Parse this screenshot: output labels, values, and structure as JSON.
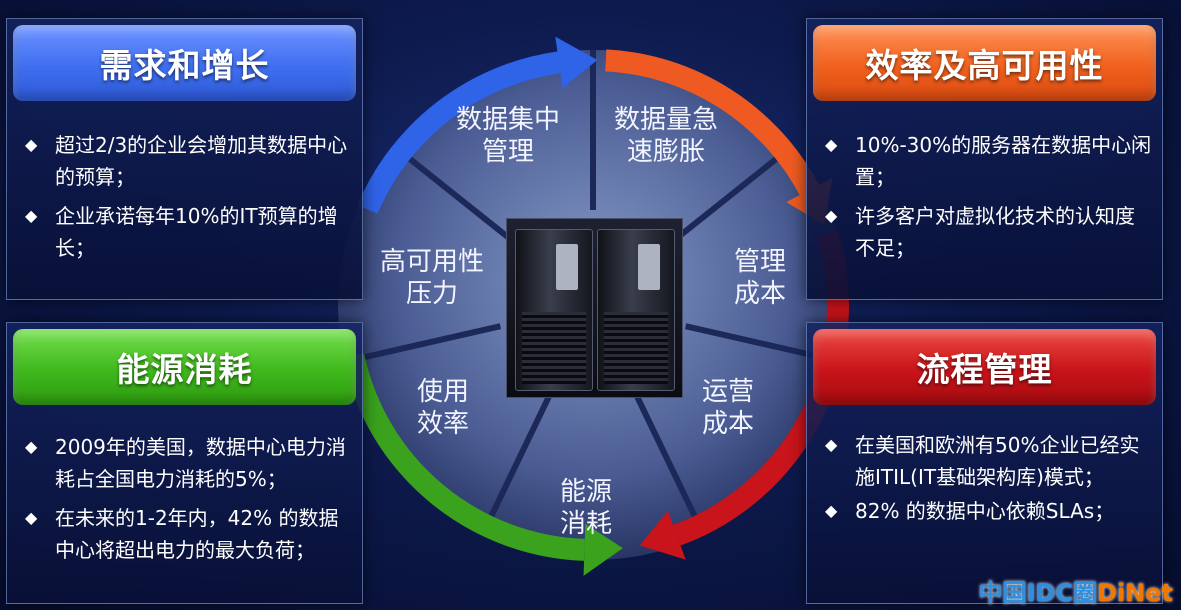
{
  "panels": {
    "top_left": {
      "title": "需求和增长",
      "color": "#3f6ff0",
      "items": [
        "超过2/3的企业会增加其数据中心的预算；",
        "企业承诺每年10%的IT预算的增长；"
      ]
    },
    "top_right": {
      "title": "效率及高可用性",
      "color": "#f0611e",
      "items": [
        "10%-30%的服务器在数据中心闲置；",
        "许多客户对虚拟化技术的认知度不足；"
      ]
    },
    "bottom_left": {
      "title": "能源消耗",
      "color": "#3fb81c",
      "items": [
        "2009年的美国，数据中心电力消耗占全国电力消耗的5%；",
        "在未来的1-2年内，42% 的数据中心将超出电力的最大负荷；"
      ]
    },
    "bottom_right": {
      "title": "流程管理",
      "color": "#c8141a",
      "items": [
        "在美国和欧洲有50%企业已经实施ITIL(IT基础架构库)模式；",
        "82% 的数据中心依赖SLAs；"
      ]
    }
  },
  "wheel": {
    "segments": [
      {
        "line1": "数据集中",
        "line2": "管理"
      },
      {
        "line1": "数据量急",
        "line2": "速膨胀"
      },
      {
        "line1": "管理",
        "line2": "成本"
      },
      {
        "line1": "运营",
        "line2": "成本"
      },
      {
        "line1": "能源",
        "line2": "消耗"
      },
      {
        "line1": "使用",
        "line2": "效率"
      },
      {
        "line1": "高可用性",
        "line2": "压力"
      }
    ],
    "arrow_colors": {
      "blue": "#2f63e8",
      "orange": "#ee5a22",
      "red": "#c8141a",
      "green": "#3aa21c"
    }
  },
  "icons": {
    "bullet": "diamond-icon",
    "center": "server-icon",
    "arrows": "curved-arrow-icon"
  },
  "watermark": {
    "part1": "中国IDC圈",
    "part2": "DiNet"
  }
}
